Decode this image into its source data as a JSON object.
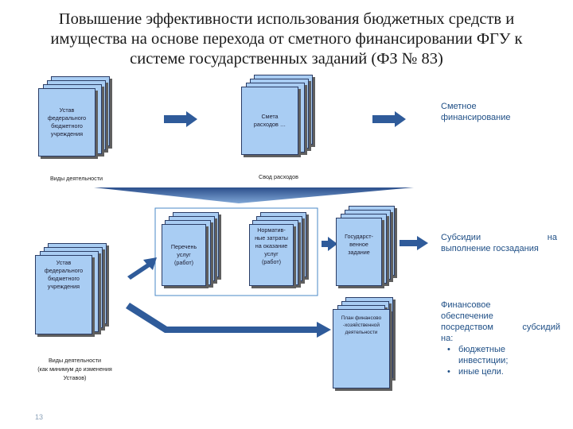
{
  "title": {
    "line1": "Повышение эффективности использования бюджетных средств и",
    "line2": "имущества на основе перехода от сметного финансировании ФГУ к",
    "line3": "системе государственных заданий (ФЗ № 83)"
  },
  "docs": {
    "ustav_top": [
      "Устав",
      "федерального",
      "бюджетного",
      "учреждения"
    ],
    "smeta": [
      "Смета",
      "расходов …"
    ],
    "perechen": [
      "Перечень",
      "услуг",
      "(работ)"
    ],
    "normativ": [
      "Норматив-",
      "ные затраты",
      "на оказание",
      "услуг",
      "(работ)"
    ],
    "goszadanie": [
      "Государст-",
      "венное",
      "задание"
    ],
    "ustav_bottom": [
      "Устав",
      "федерального",
      "бюджетного",
      "учреждения"
    ],
    "plan": [
      "План финансово",
      "-хозяйственной",
      "деятельности"
    ]
  },
  "labels": {
    "vidy_top": "Виды деятельности",
    "svod": "Свод расходов",
    "vidy_bottom_1": "Виды деятельности",
    "vidy_bottom_2": "(как минимум до изменения",
    "vidy_bottom_3": "Уставов)"
  },
  "right": {
    "smetnoe_1": "Сметное",
    "smetnoe_2": "финансирование",
    "subsidii_a": "Субсидии",
    "subsidii_b": "на",
    "subsidii_2": "выполнение госзадания",
    "fin_1": "Финансовое",
    "fin_2": "обеспечение",
    "fin_3a": "посредством",
    "fin_3b": "субсидий",
    "fin_4": "на:",
    "bullets": [
      "бюджетные",
      "инвестиции;",
      "иные цели."
    ]
  },
  "page_number": "13",
  "colors": {
    "doc_fill": "#a9cdf3",
    "doc_border": "#2b3d66",
    "arrow": "#2f5b9a",
    "funnel": "#2c4f8c",
    "text_blue": "#1f4f86",
    "frame": "#4a88c7"
  }
}
